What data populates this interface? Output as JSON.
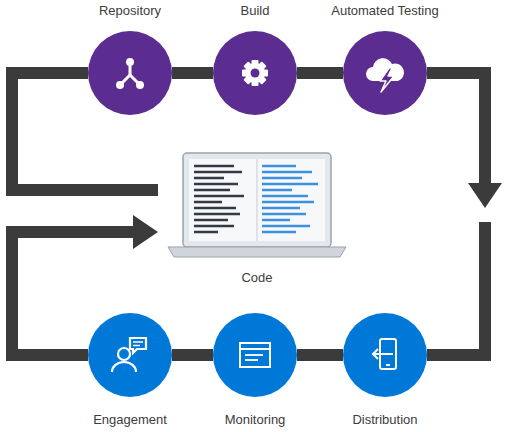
{
  "diagram": {
    "nodes": [
      {
        "text": [
          "Repository"
        ]
      },
      {
        "text": [
          "Build"
        ]
      },
      {
        "text": [
          "Automated Testing"
        ]
      },
      {
        "text": [
          "Code"
        ]
      },
      {
        "text": [
          "Engagement"
        ]
      },
      {
        "text": [
          "Monitoring"
        ]
      },
      {
        "text": [
          "Distribution"
        ]
      }
    ],
    "edges": [
      {
        "from": 3,
        "to": 0,
        "arrow": "none"
      },
      {
        "from": 0,
        "to": 1,
        "arrow": "none"
      },
      {
        "from": 1,
        "to": 2,
        "arrow": "none"
      },
      {
        "from": 2,
        "to": 6,
        "arrow": "to"
      },
      {
        "from": 6,
        "to": 5,
        "arrow": "none"
      },
      {
        "from": 5,
        "to": 4,
        "arrow": "none"
      },
      {
        "from": 4,
        "to": 3,
        "arrow": "to"
      }
    ]
  }
}
